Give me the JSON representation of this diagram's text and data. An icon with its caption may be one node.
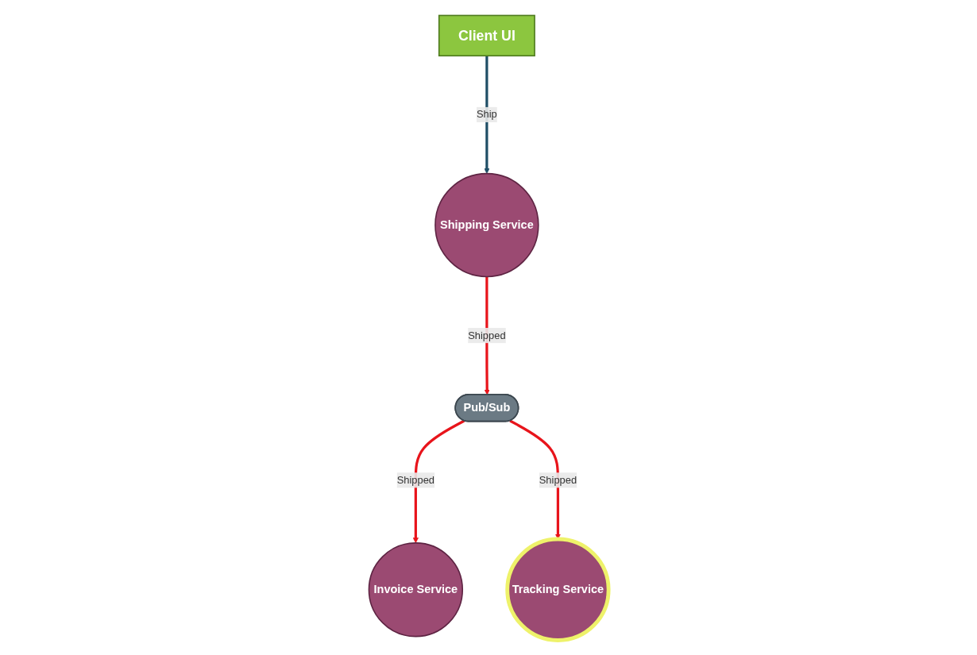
{
  "diagram": {
    "nodes": [
      {
        "text": [
          "Client UI"
        ]
      },
      {
        "text": [
          "Invoice Service"
        ]
      },
      {
        "text": [
          "Tracking Service"
        ]
      },
      {
        "text": [
          "Shipping Service"
        ]
      },
      {
        "text": [
          "Pub/Sub"
        ]
      }
    ],
    "edges": [
      {
        "from": 0,
        "to": 3,
        "arrow": "to",
        "label": "Ship",
        "color": "#1f4e66"
      },
      {
        "from": 3,
        "to": 4,
        "arrow": "to",
        "label": "Shipped"
      },
      {
        "from": 4,
        "to": 1,
        "arrow": "to",
        "label": "Shipped"
      },
      {
        "from": 4,
        "to": 2,
        "arrow": "to",
        "label": "Shipped"
      }
    ]
  }
}
